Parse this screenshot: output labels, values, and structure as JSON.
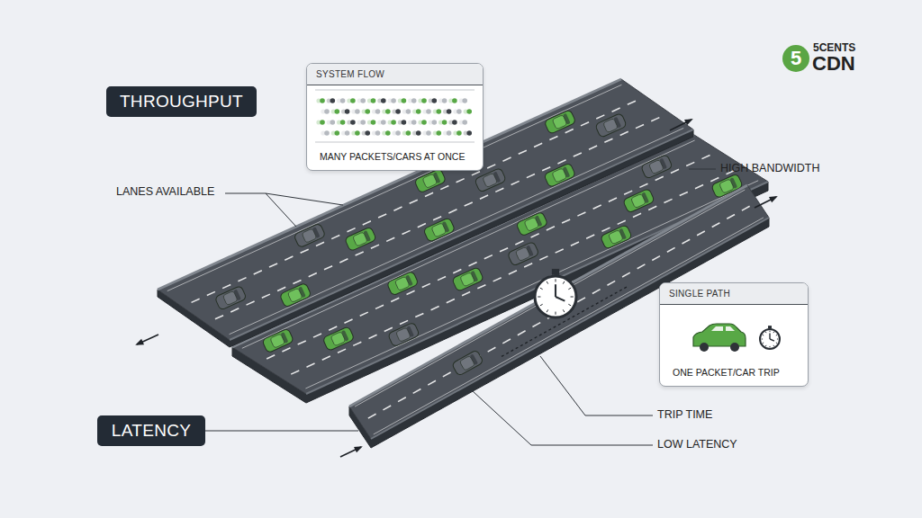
{
  "diagram": {
    "nodes": [
      {
        "text": [
          "THROUGHPUT"
        ]
      },
      {
        "text": [
          "SYSTEM FLOW",
          "MANY PACKETS/CARS AT ONCE"
        ]
      },
      {
        "text": [
          "5"
        ]
      },
      {
        "text": [
          "SINGLE PATH",
          "ONE PACKET/CAR TRIP"
        ]
      },
      {
        "text": [
          "LATENCY"
        ]
      }
    ],
    "labels": [
      "5CENTS",
      "CDN",
      "LANES AVAILABLE",
      "HIGH BANDWIDTH",
      "TRIP TIME",
      "LOW LATENCY"
    ]
  }
}
